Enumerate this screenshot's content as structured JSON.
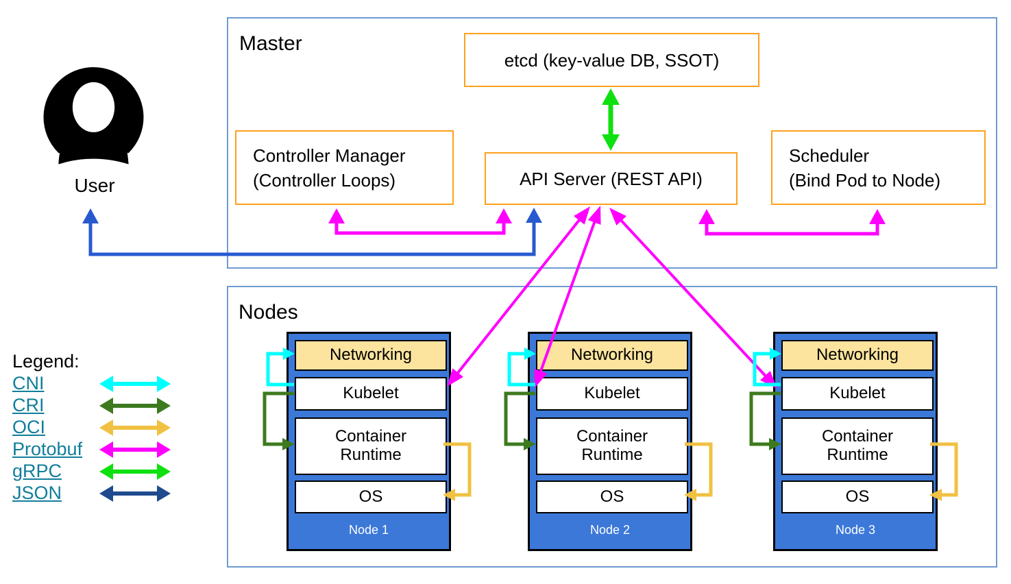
{
  "colors": {
    "frame_border": "#6e9bd1",
    "component_border": "#ffa01c",
    "node_fill": "#3c78d8",
    "networking_fill": "#fce49e",
    "cni": "#00ffff",
    "cri": "#3d7a1f",
    "oci": "#f0c142",
    "protobuf": "#ff00ff",
    "grpc": "#0fe00f",
    "json": "#1f4b8e",
    "user_arrow": "#2859cf",
    "legend_link": "#117e9b",
    "text": "#000000",
    "node_label_text": "#ffffff"
  },
  "user": {
    "label": "User"
  },
  "master": {
    "title": "Master",
    "etcd": {
      "label": "etcd (key-value DB, SSOT)"
    },
    "controller_manager": {
      "line1": "Controller Manager",
      "line2": "(Controller Loops)"
    },
    "api_server": {
      "label": "API Server (REST API)"
    },
    "scheduler": {
      "line1": "Scheduler",
      "line2": "(Bind Pod to Node)"
    }
  },
  "nodes_section": {
    "title": "Nodes",
    "layers": [
      "Networking",
      "Kubelet",
      "Container Runtime",
      "OS"
    ],
    "nodes": [
      {
        "label": "Node 1"
      },
      {
        "label": "Node 2"
      },
      {
        "label": "Node 3"
      }
    ]
  },
  "legend": {
    "title": "Legend:",
    "items": [
      {
        "label": "CNI",
        "color": "#00ffff"
      },
      {
        "label": "CRI",
        "color": "#3d7a1f"
      },
      {
        "label": "OCI",
        "color": "#f0c142"
      },
      {
        "label": "Protobuf",
        "color": "#ff00ff"
      },
      {
        "label": "gRPC",
        "color": "#0fe00f"
      },
      {
        "label": "JSON",
        "color": "#1f4b8e"
      }
    ]
  }
}
